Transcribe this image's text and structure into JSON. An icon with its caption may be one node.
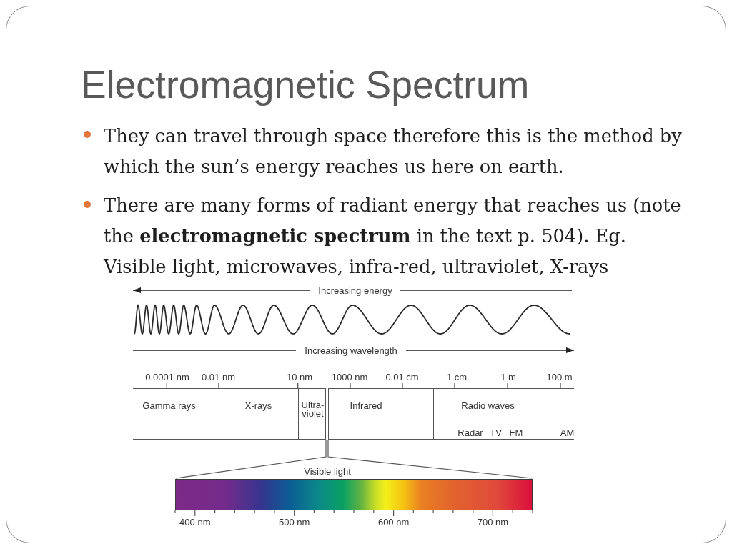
{
  "diagram": {
    "title": "Electromagnetic Spectrum",
    "nodes": [
      {
        "text": [
          "Gamma rays"
        ]
      },
      {
        "text": [
          "X-rays"
        ]
      },
      {
        "text": [
          "Ultra- violet"
        ]
      },
      {
        "text": [],
        "shape": "bar"
      },
      {
        "text": [
          "Infrared"
        ]
      },
      {
        "text": [
          "Radio waves",
          "Radar",
          "TV",
          "FM",
          "AM"
        ]
      },
      {
        "text": [],
        "shape": "bar",
        "beside": [
          "Visible light"
        ]
      }
    ],
    "edges": [
      {
        "from": 3,
        "to": 6,
        "arrow": "none"
      }
    ],
    "labels": [
      "They can travel through space therefore this is the method by which the sun’s energy reaches us here on earth.",
      "There are many forms of radiant energy that reaches us (note the **electromagnetic spectrum** in the text p. 504). Eg. Visible light, microwaves, infra-red, ultraviolet, X-rays",
      "Increasing energy",
      "Increasing wavelength",
      "0.0001 nm",
      "0.01 nm",
      "10 nm",
      "1000 nm",
      "0.01 cm",
      "1 cm",
      "1 m",
      "100 m",
      "400 nm",
      "500 nm",
      "600 nm",
      "700 nm"
    ]
  }
}
